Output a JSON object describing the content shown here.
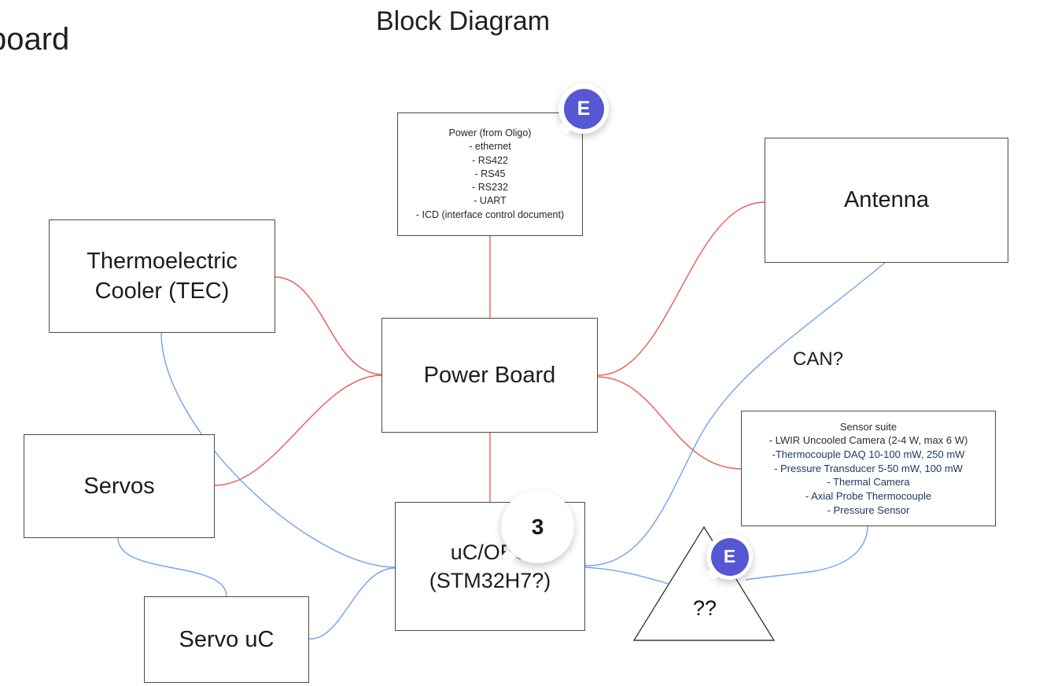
{
  "page": {
    "partial_title_fragment": "board",
    "diagram_title": "Block Diagram"
  },
  "labels": {
    "can": "CAN?"
  },
  "badges": {
    "comment_author_initial_top": "E",
    "comment_count": "3",
    "comment_author_initial_triangle": "E"
  },
  "nodes": {
    "power_notes": {
      "lines": [
        "Power (from Oligo)",
        "- ethernet",
        "- RS422",
        "- RS45",
        "- RS232",
        "- UART",
        "- ICD (interface control document)"
      ]
    },
    "antenna": {
      "label": "Antenna"
    },
    "tec": {
      "line1": "Thermoelectric",
      "line2": "Cooler (TEC)"
    },
    "power_board": {
      "label": "Power Board"
    },
    "servos": {
      "label": "Servos"
    },
    "sensor_suite": {
      "lines": [
        "Sensor suite",
        "- LWIR Uncooled Camera (2-4 W, max 6 W)",
        "-Thermocouple DAQ 10-100 mW, 250 mW",
        "- Pressure Transducer 5-50 mW, 100 mW",
        "- Thermal Camera",
        "- Axial Probe Thermocouple",
        "- Pressure Sensor"
      ]
    },
    "uc_obc": {
      "line1": "uC/OBC",
      "line2": "(STM32H7?)"
    },
    "servo_uc": {
      "label": "Servo uC"
    },
    "unknown_triangle": {
      "label": "??"
    }
  },
  "colors": {
    "power_line_red": "#ea5b54",
    "data_line_blue": "#74a0f2",
    "badge_purple": "#5557d3",
    "box_border": "#4b4b4f",
    "navy_list_text": "#1f3864"
  }
}
